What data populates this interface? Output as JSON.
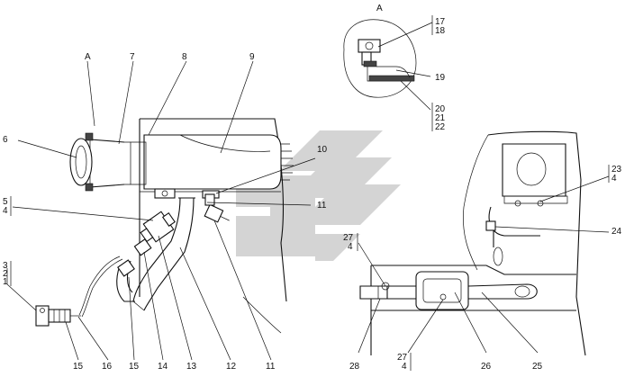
{
  "view_labels": {
    "main_view": "A",
    "detail_view": "A"
  },
  "callouts": {
    "c1": "1",
    "c2": "2",
    "c3": "3",
    "c4a": "4",
    "c4b": "4",
    "c4c": "4",
    "c4d": "4",
    "c5": "5",
    "c6": "6",
    "c7": "7",
    "c8": "8",
    "c9": "9",
    "c10": "10",
    "c11a": "11",
    "c11b": "11",
    "c12": "12",
    "c13": "13",
    "c14": "14",
    "c15a": "15",
    "c15b": "15",
    "c16": "16",
    "c17": "17",
    "c18": "18",
    "c19": "19",
    "c20": "20",
    "c21": "21",
    "c22": "22",
    "c23": "23",
    "c24": "24",
    "c25": "25",
    "c26": "26",
    "c27a": "27",
    "c27b": "27",
    "c28": "28"
  },
  "watermark": {
    "color": "#d4d4d4"
  }
}
